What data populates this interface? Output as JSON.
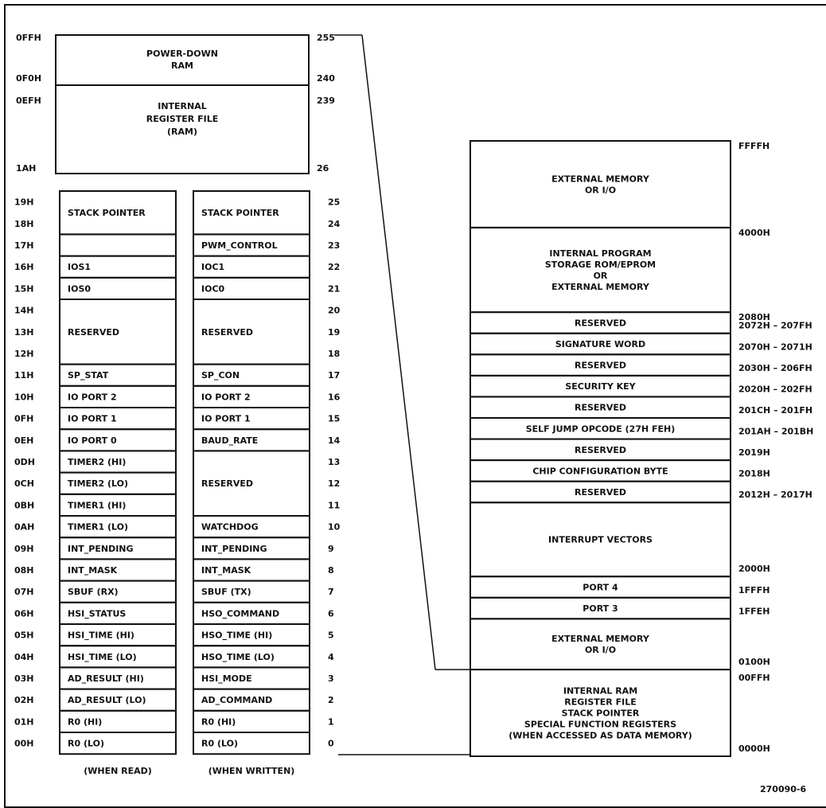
{
  "figure_id": "270090-6",
  "left_map": {
    "top_blocks": [
      {
        "id": "powerdown",
        "lines": [
          "POWER-DOWN",
          "RAM"
        ],
        "addr_top": "0FFH",
        "addr_bottom": "0F0H",
        "dec_top": "255",
        "dec_bottom": "240"
      },
      {
        "id": "regfile",
        "lines": [
          "INTERNAL",
          "REGISTER FILE",
          "(RAM)"
        ],
        "addr_top": "0EFH",
        "addr_bottom": "1AH",
        "dec_top": "239",
        "dec_bottom": "26"
      }
    ],
    "rows": [
      {
        "addr": "19H",
        "dec": "25"
      },
      {
        "addr": "18H",
        "dec": "24"
      },
      {
        "addr": "17H",
        "dec": "23"
      },
      {
        "addr": "16H",
        "dec": "22"
      },
      {
        "addr": "15H",
        "dec": "21"
      },
      {
        "addr": "14H",
        "dec": "20"
      },
      {
        "addr": "13H",
        "dec": "19"
      },
      {
        "addr": "12H",
        "dec": "18"
      },
      {
        "addr": "11H",
        "dec": "17"
      },
      {
        "addr": "10H",
        "dec": "16"
      },
      {
        "addr": "0FH",
        "dec": "15"
      },
      {
        "addr": "0EH",
        "dec": "14"
      },
      {
        "addr": "0DH",
        "dec": "13"
      },
      {
        "addr": "0CH",
        "dec": "12"
      },
      {
        "addr": "0BH",
        "dec": "11"
      },
      {
        "addr": "0AH",
        "dec": "10"
      },
      {
        "addr": "09H",
        "dec": "9"
      },
      {
        "addr": "08H",
        "dec": "8"
      },
      {
        "addr": "07H",
        "dec": "7"
      },
      {
        "addr": "06H",
        "dec": "6"
      },
      {
        "addr": "05H",
        "dec": "5"
      },
      {
        "addr": "04H",
        "dec": "4"
      },
      {
        "addr": "03H",
        "dec": "3"
      },
      {
        "addr": "02H",
        "dec": "2"
      },
      {
        "addr": "01H",
        "dec": "1"
      },
      {
        "addr": "00H",
        "dec": "0"
      }
    ],
    "read_cells": [
      {
        "label": "STACK POINTER",
        "span": 2,
        "align": "left"
      },
      {
        "label": "",
        "span": 1
      },
      {
        "label": "IOS1",
        "span": 1
      },
      {
        "label": "IOS0",
        "span": 1
      },
      {
        "label": "RESERVED",
        "span": 3
      },
      {
        "label": "SP_STAT",
        "span": 1
      },
      {
        "label": "IO PORT 2",
        "span": 1
      },
      {
        "label": "IO PORT 1",
        "span": 1
      },
      {
        "label": "IO PORT 0",
        "span": 1
      },
      {
        "label": "TIMER2 (HI)",
        "span": 1
      },
      {
        "label": "TIMER2 (LO)",
        "span": 1
      },
      {
        "label": "TIMER1 (HI)",
        "span": 1
      },
      {
        "label": "TIMER1 (LO)",
        "span": 1
      },
      {
        "label": "INT_PENDING",
        "span": 1
      },
      {
        "label": "INT_MASK",
        "span": 1
      },
      {
        "label": "SBUF (RX)",
        "span": 1
      },
      {
        "label": "HSI_STATUS",
        "span": 1
      },
      {
        "label": "HSI_TIME (HI)",
        "span": 1
      },
      {
        "label": "HSI_TIME (LO)",
        "span": 1
      },
      {
        "label": "AD_RESULT (HI)",
        "span": 1
      },
      {
        "label": "AD_RESULT (LO)",
        "span": 1
      },
      {
        "label": "R0 (HI)",
        "span": 1
      },
      {
        "label": "R0 (LO)",
        "span": 1
      }
    ],
    "write_cells": [
      {
        "label": "STACK POINTER",
        "span": 2
      },
      {
        "label": "PWM_CONTROL",
        "span": 1
      },
      {
        "label": "IOC1",
        "span": 1
      },
      {
        "label": "IOC0",
        "span": 1
      },
      {
        "label": "RESERVED",
        "span": 3
      },
      {
        "label": "SP_CON",
        "span": 1
      },
      {
        "label": "IO PORT 2",
        "span": 1
      },
      {
        "label": "IO PORT 1",
        "span": 1
      },
      {
        "label": "BAUD_RATE",
        "span": 1
      },
      {
        "label": "RESERVED",
        "span": 3
      },
      {
        "label": "WATCHDOG",
        "span": 1
      },
      {
        "label": "INT_PENDING",
        "span": 1
      },
      {
        "label": "INT_MASK",
        "span": 1
      },
      {
        "label": "SBUF (TX)",
        "span": 1
      },
      {
        "label": "HSO_COMMAND",
        "span": 1
      },
      {
        "label": "HSO_TIME (HI)",
        "span": 1
      },
      {
        "label": "HSO_TIME (LO)",
        "span": 1
      },
      {
        "label": "HSI_MODE",
        "span": 1
      },
      {
        "label": "AD_COMMAND",
        "span": 1
      },
      {
        "label": "R0 (HI)",
        "span": 1
      },
      {
        "label": "R0 (LO)",
        "span": 1
      }
    ],
    "read_caption": "(WHEN READ)",
    "write_caption": "(WHEN WRITTEN)"
  },
  "right_map": {
    "blocks": [
      {
        "lines": [
          "EXTERNAL MEMORY",
          "OR I/O"
        ],
        "weight": 4.1,
        "addr": "FFFFH",
        "addr_pos": "top"
      },
      {
        "lines": [
          "INTERNAL PROGRAM",
          "STORAGE ROM/EPROM",
          "OR",
          "EXTERNAL MEMORY"
        ],
        "weight": 4.0,
        "addr": "4000H",
        "addr_pos": "top"
      },
      {
        "lines": [
          "RESERVED"
        ],
        "weight": 1,
        "addr": "2080H",
        "addr_pos": "top",
        "addr2": "2072H – 207FH"
      },
      {
        "lines": [
          "SIGNATURE WORD"
        ],
        "weight": 1,
        "addr": "2070H – 2071H"
      },
      {
        "lines": [
          "RESERVED"
        ],
        "weight": 1,
        "addr": "2030H – 206FH"
      },
      {
        "lines": [
          "SECURITY KEY"
        ],
        "weight": 1,
        "addr": "2020H – 202FH"
      },
      {
        "lines": [
          "RESERVED"
        ],
        "weight": 1,
        "addr": "201CH – 201FH"
      },
      {
        "lines": [
          "SELF JUMP OPCODE (27H FEH)"
        ],
        "weight": 1,
        "addr": "201AH – 201BH"
      },
      {
        "lines": [
          "RESERVED"
        ],
        "weight": 1,
        "addr": "2019H"
      },
      {
        "lines": [
          "CHIP CONFIGURATION BYTE"
        ],
        "weight": 1,
        "addr": "2018H"
      },
      {
        "lines": [
          "RESERVED"
        ],
        "weight": 1,
        "addr": "2012H – 2017H"
      },
      {
        "lines": [
          "INTERRUPT VECTORS"
        ],
        "weight": 3.5,
        "addr": ""
      },
      {
        "lines": [
          "PORT 4"
        ],
        "weight": 1,
        "addr": "1FFFH",
        "addr_top": "2000H"
      },
      {
        "lines": [
          "PORT 3"
        ],
        "weight": 1,
        "addr": "1FFEH"
      },
      {
        "lines": [
          "EXTERNAL MEMORY",
          "OR I/O"
        ],
        "weight": 2.4,
        "addr": ""
      },
      {
        "lines": [
          "INTERNAL RAM",
          "REGISTER FILE",
          "STACK POINTER",
          "SPECIAL FUNCTION REGISTERS",
          "(WHEN ACCESSED AS DATA MEMORY)"
        ],
        "weight": 4.1,
        "addr": "0000H",
        "addr_top": "0100H",
        "addr_top2": "00FFH"
      }
    ]
  }
}
